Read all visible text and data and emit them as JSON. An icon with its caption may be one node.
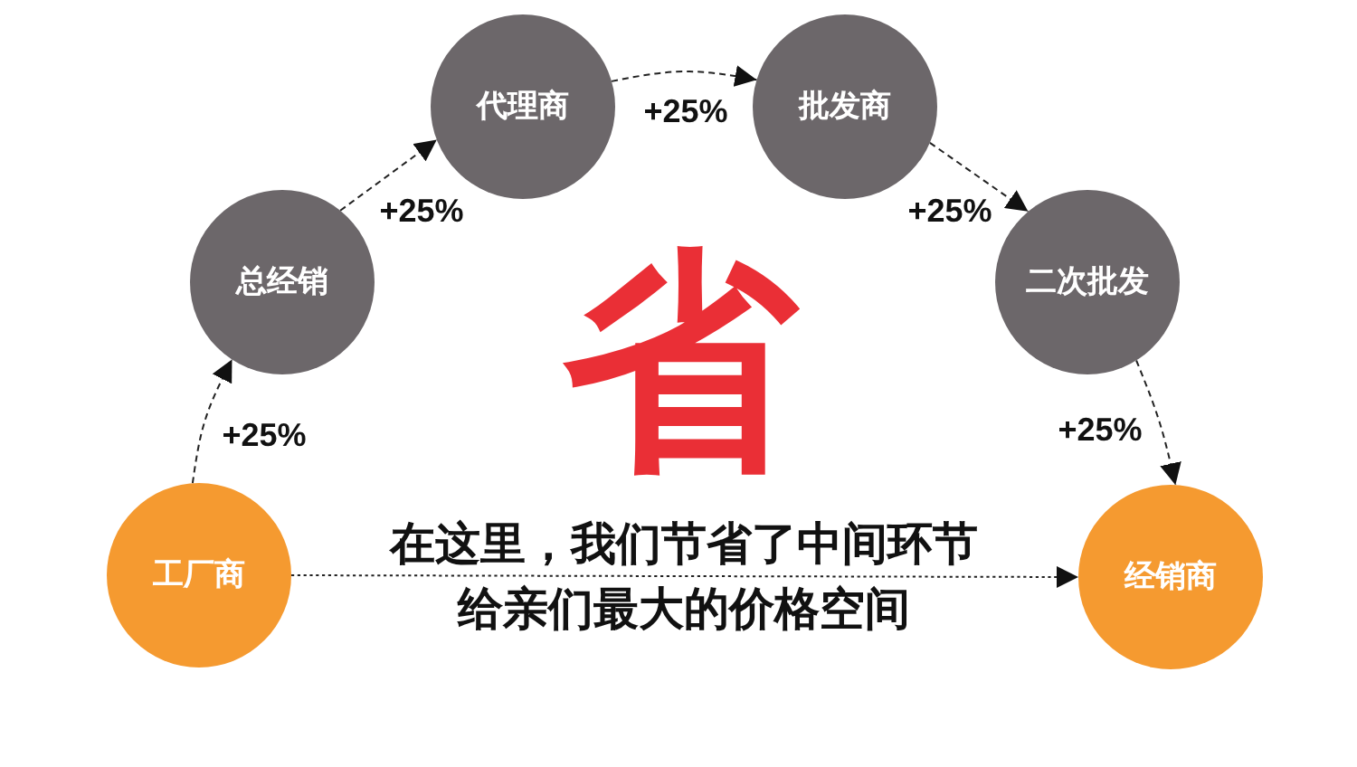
{
  "diagram": {
    "nodes": [
      {
        "text": [
          "工厂商"
        ]
      },
      {
        "text": [
          "总经销"
        ]
      },
      {
        "text": [
          "代理商"
        ]
      },
      {
        "text": [
          "批发商"
        ]
      },
      {
        "text": [
          "二次批发"
        ]
      },
      {
        "text": [
          "经销商"
        ]
      }
    ],
    "edges": [
      {
        "from": 0,
        "to": 1,
        "arrow": "to",
        "label": "+25%",
        "style": "dashed"
      },
      {
        "from": 1,
        "to": 2,
        "arrow": "to",
        "label": "+25%",
        "style": "dashed"
      },
      {
        "from": 2,
        "to": 3,
        "arrow": "to",
        "label": "+25%",
        "style": "dashed"
      },
      {
        "from": 3,
        "to": 4,
        "arrow": "to",
        "label": "+25%",
        "style": "dashed"
      },
      {
        "from": 4,
        "to": 5,
        "arrow": "to",
        "label": "+25%",
        "style": "dashed"
      },
      {
        "from": 0,
        "to": 5,
        "arrow": "to",
        "style": "dashed"
      }
    ],
    "labels": [
      "省",
      "在这里，我们节省了中间环节给亲们最大的价格空间"
    ]
  }
}
